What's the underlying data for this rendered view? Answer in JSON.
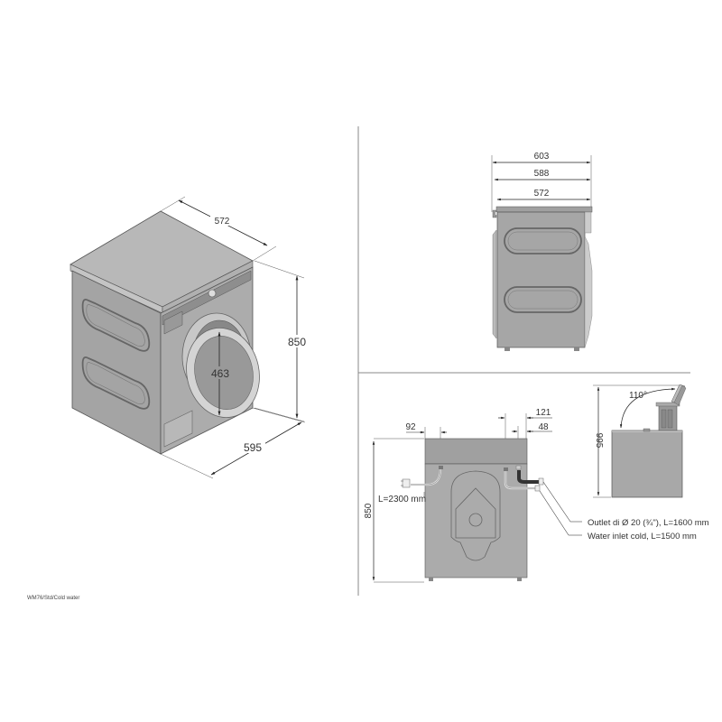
{
  "caption": "WM76/Std/Cold water",
  "colors": {
    "body": "#a8a8a8",
    "body_dark": "#9a9a9a",
    "top": "#b8b8b8",
    "light": "#d0d0d0",
    "line": "#555555",
    "dim_line": "#333333",
    "divider": "#888888",
    "hose_dark": "#333333"
  },
  "iso_view": {
    "depth_top": "572",
    "height": "850",
    "width": "595",
    "door_diameter": "463"
  },
  "side_view": {
    "depth_overall": "603",
    "depth_mid": "588",
    "depth_body": "572"
  },
  "rear_view": {
    "height": "850",
    "offset_left": "92",
    "offset_right_outer": "121",
    "offset_right_inner": "48",
    "power_cord": "L=2300 mm",
    "outlet_label": "Outlet di Ø 20 (¾\"), L=1600 mm",
    "inlet_label": "Water inlet cold, L=1500 mm"
  },
  "lid_view": {
    "height_open": "995",
    "angle": "110°"
  }
}
